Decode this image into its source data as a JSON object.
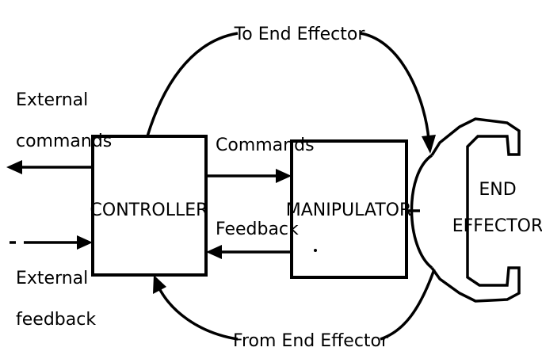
{
  "diagram": {
    "nodes": {
      "controller": "CONTROLLER",
      "manipulator": "MANIPULATOR",
      "end_effector_line1": "END",
      "end_effector_line2": "EFFECTOR"
    },
    "edges": {
      "to_end_effector": "To End Effector",
      "from_end_effector": "From End Effector",
      "commands": "Commands",
      "feedback": "Feedback",
      "external_commands_line1": "External",
      "external_commands_line2": "commands",
      "external_feedback_line1": "External",
      "external_feedback_line2": "feedback"
    }
  }
}
